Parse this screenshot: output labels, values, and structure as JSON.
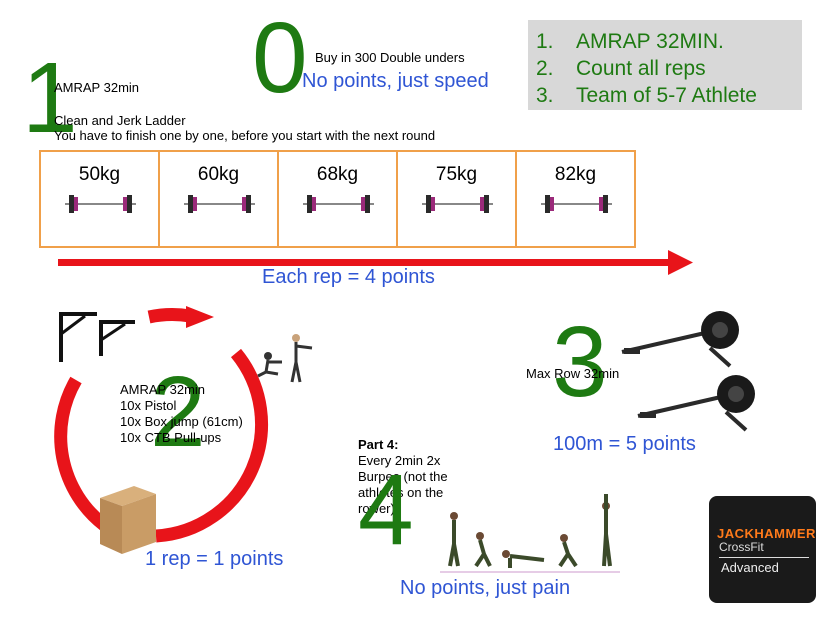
{
  "section0": {
    "number": "0",
    "task": "Buy in 300 Double unders",
    "note": "No points, just speed"
  },
  "rules": {
    "items": [
      {
        "num": "1.",
        "text": "AMRAP 32MIN."
      },
      {
        "num": "2.",
        "text": "Count all reps"
      },
      {
        "num": "3.",
        "text": "Team of 5-7 Athlete"
      }
    ]
  },
  "section1": {
    "number": "1",
    "format": "AMRAP 32min",
    "title": "Clean and Jerk Ladder",
    "instruction": "You have to finish one by one, before you start with the next round",
    "weights": [
      "50kg",
      "60kg",
      "68kg",
      "75kg",
      "82kg"
    ],
    "scoring": "Each rep = 4 points"
  },
  "section2": {
    "number": "2",
    "lines": [
      "AMRAP 32min",
      "10x Pistol",
      "10x Box jump (61cm)",
      "10x CTB Pull-ups"
    ],
    "scoring": "1 rep = 1 points"
  },
  "section3": {
    "number": "3",
    "task": "Max Row 32min",
    "scoring": "100m = 5 points"
  },
  "section4": {
    "number": "4",
    "title": "Part 4:",
    "lines": [
      "Every 2min 2x",
      "Burpee (not the",
      "athletes on the",
      "rower)"
    ],
    "note": "No points, just pain"
  },
  "logo": {
    "brand": "JACKHAMMER",
    "sub": "CrossFit",
    "level": "Advanced"
  },
  "colors": {
    "green": "#1e7a12",
    "blue": "#2f55d4",
    "red": "#e8141a",
    "orange": "#f0a04a"
  }
}
